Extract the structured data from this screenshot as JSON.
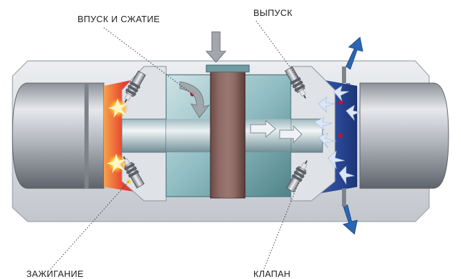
{
  "labels": {
    "intake_compression": "ВПУСК И СЖАТИЕ",
    "exhaust": "ВЫПУСК",
    "ignition": "ЗАЖИГАНИЕ",
    "valve": "КЛАПАН"
  },
  "colors": {
    "background": "#ffffff",
    "housing": "#d7dadf",
    "cylinder": "#c9ccd2",
    "rotor": "#7fb1b7",
    "combustion_hot": "#d7262b",
    "combustion_warm": "#f08a3a",
    "exhaust_gas": "#2b4fa8",
    "flow_arrow": "#2d66b0",
    "intake_arrow": "#9a9ea3",
    "marker_dot": "#c8102e",
    "leader_line": "#333333"
  },
  "icons": [
    "spark-plug-icon",
    "spark-flash-icon",
    "flow-arrow-icon"
  ]
}
